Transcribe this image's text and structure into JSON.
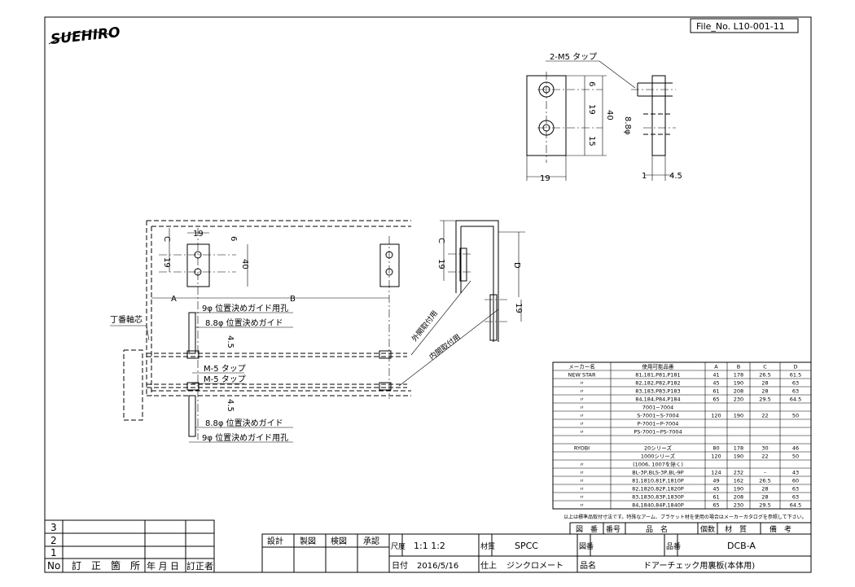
{
  "logo": "SUEHIRO",
  "file_no": "File_No. L10-001-11",
  "top_view": {
    "tap": "2-M5 タップ",
    "d6": "6",
    "d19": "19",
    "d15": "15",
    "d40": "40",
    "dia": "8.8φ",
    "w19": "19",
    "t1": "1",
    "t45": "4.5"
  },
  "main_view": {
    "c1": "C",
    "c2": "C",
    "d19a": "19",
    "d19b": "19",
    "d19c": "19",
    "d19d": "19",
    "d6": "6",
    "d40": "40",
    "A": "A",
    "B": "B",
    "D": "D",
    "hinge": "丁番軸芯",
    "guide1": "9φ 位置決めガイド用孔",
    "guide2": "8.8φ 位置決めガイド",
    "d45a": "4.5",
    "m5a": "M-5 タップ",
    "m5b": "M-5 タップ",
    "d45b": "4.5",
    "guide3": "8.8φ 位置決めガイド",
    "guide4": "9φ 位置決めガイド用孔",
    "outer": "外開取付用",
    "inner": "内開取付用"
  },
  "table": {
    "headers": [
      "メーカー名",
      "使用可能品番",
      "A",
      "B",
      "C",
      "D"
    ],
    "rows": [
      [
        "NEW STAR",
        "81,181,P81,P181",
        "41",
        "178",
        "26.5",
        "61.5"
      ],
      [
        "〃",
        "82,182,P82,P182",
        "45",
        "190",
        "28",
        "63"
      ],
      [
        "〃",
        "83,183,P83,P183",
        "61",
        "208",
        "28",
        "63"
      ],
      [
        "〃",
        "84,184,P84,P184",
        "65",
        "230",
        "29.5",
        "64.5"
      ],
      [
        "〃",
        "7001~7004",
        "",
        "",
        "",
        ""
      ],
      [
        "〃",
        "S-7001~S-7004",
        "120",
        "190",
        "22",
        "50"
      ],
      [
        "〃",
        "P-7001~P-7004",
        "",
        "",
        "",
        ""
      ],
      [
        "〃",
        "PS-7001~PS-7004",
        "",
        "",
        "",
        ""
      ],
      [
        "",
        "",
        "",
        "",
        "",
        ""
      ],
      [
        "RYOBI",
        "20シリーズ",
        "80",
        "178",
        "30",
        "46"
      ],
      [
        "",
        "1000シリーズ",
        "120",
        "190",
        "22",
        "50"
      ],
      [
        "〃",
        "(1006, 1007を除く)",
        "",
        "",
        "",
        ""
      ],
      [
        "〃",
        "BL-3P,BLS-3P,BL-9P",
        "124",
        "232",
        "–",
        "43"
      ],
      [
        "〃",
        "81,1810,81P,1810P",
        "49",
        "162",
        "26.5",
        "60"
      ],
      [
        "〃",
        "82,1820,82P,1820P",
        "45",
        "190",
        "28",
        "63"
      ],
      [
        "〃",
        "83,1830,83P,1830P",
        "61",
        "208",
        "28",
        "63"
      ],
      [
        "〃",
        "84,1840,84P,1840P",
        "65",
        "230",
        "29.5",
        "64.5"
      ]
    ],
    "note": "以上は標準品取付寸法です。特殊なアーム、ブラケット材を使用の場合はメーカーカタログを参照して下さい。"
  },
  "revision_block": {
    "rows": [
      "3",
      "2",
      "1"
    ],
    "header": [
      "No",
      "訂　正　箇　所",
      "年 月 日",
      "訂正者"
    ]
  },
  "title_block": {
    "design": "設計",
    "drawn": "製図",
    "checked": "検図",
    "approved": "承認",
    "scale_label": "尺度",
    "scale": "1:1  1:2",
    "material_label": "材質",
    "material": "SPCC",
    "drawing_no_label": "図番",
    "part_no_label": "品番",
    "part_no": "DCB-A",
    "date_label": "日付",
    "date": "2016/5/16",
    "finish_label": "仕上",
    "finish": "ジンクロメート",
    "name_label": "品名",
    "name": "ドアーチェック用裏板(本体用)",
    "parts_headers": [
      "図　番",
      "番号",
      "品　名",
      "個数",
      "材　質",
      "備　考"
    ]
  }
}
